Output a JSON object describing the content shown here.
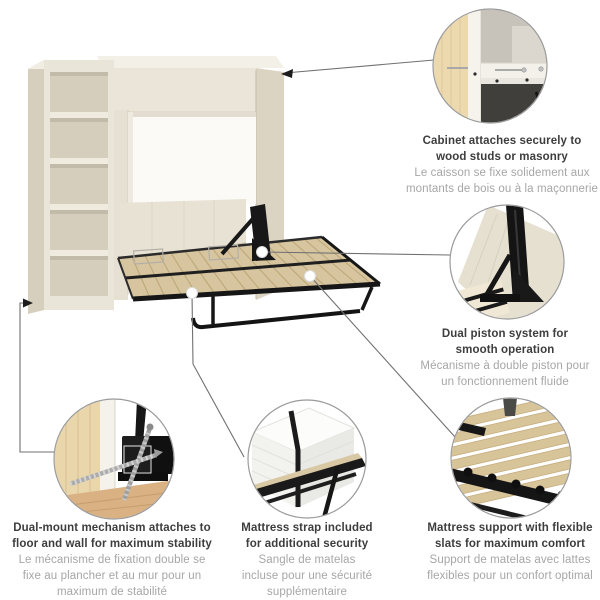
{
  "figure": {
    "type": "product-feature-diagram",
    "subject": "murphy-wall-bed-with-shelving-unit-partially-open"
  },
  "callouts": [
    {
      "name": "cabinet-attachment",
      "en": [
        "Cabinet attaches securely to",
        "wood studs or masonry"
      ],
      "fr": [
        "Le caisson se fixe solidement aux",
        "montants de bois ou à la maçonnerie"
      ]
    },
    {
      "name": "dual-piston-system",
      "en": [
        "Dual piston system for",
        "smooth operation"
      ],
      "fr": [
        "Mécanisme à double piston pour",
        "un fonctionnement fluide"
      ]
    },
    {
      "name": "dual-mount-mechanism",
      "en": [
        "Dual-mount mechanism attaches to",
        "floor and wall for maximum stability"
      ],
      "fr": [
        "Le mécanisme de fixation double se",
        "fixe au plancher et au mur pour un",
        "maximum de stabilité"
      ]
    },
    {
      "name": "mattress-strap",
      "en": [
        "Mattress strap included",
        "for additional security"
      ],
      "fr": [
        "Sangle de matelas",
        "incluse pour une sécurité",
        "supplémentaire"
      ]
    },
    {
      "name": "flexible-slats",
      "en": [
        "Mattress support with flexible",
        "slats for maximum comfort"
      ],
      "fr": [
        "Support de matelas avec lattes",
        "flexibles pour un confort optimal"
      ]
    }
  ],
  "colors": {
    "text_primary": "#3d3d3d",
    "text_secondary": "#a6a6a6",
    "circle_border": "#9a9a9a",
    "cabinet_cream": "#e9e4d8",
    "cabinet_shadow": "#d9d2c2",
    "deck_tan": "#d7c5a0",
    "wood_tan": "#ecd9ad",
    "metal_black": "#1a1a1a",
    "connector_gray": "#707070"
  }
}
